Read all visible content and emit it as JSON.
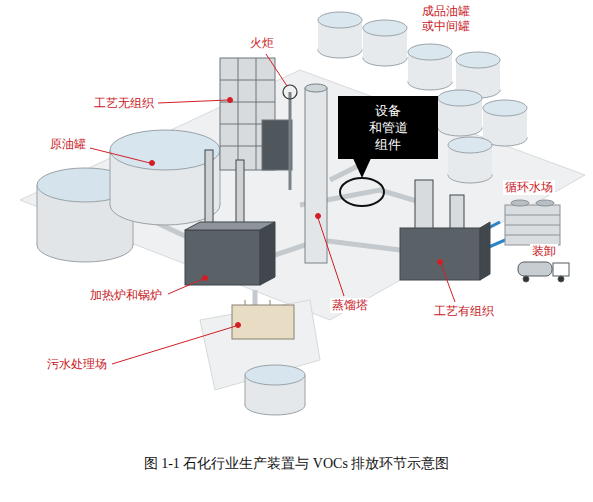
{
  "diagram": {
    "caption": "图 1-1 石化行业生产装置与 VOCs 排放环节示意图",
    "nodes": [
      {
        "text": [
          "设备 和管道 组件"
        ]
      }
    ],
    "labels": [
      "火炬",
      "工艺无组织",
      "原油罐",
      "成品油罐 或中间罐",
      "装卸",
      "循环水场",
      "加热炉和锅炉",
      "蒸馏塔",
      "工艺有组织",
      "污水处理场"
    ]
  }
}
